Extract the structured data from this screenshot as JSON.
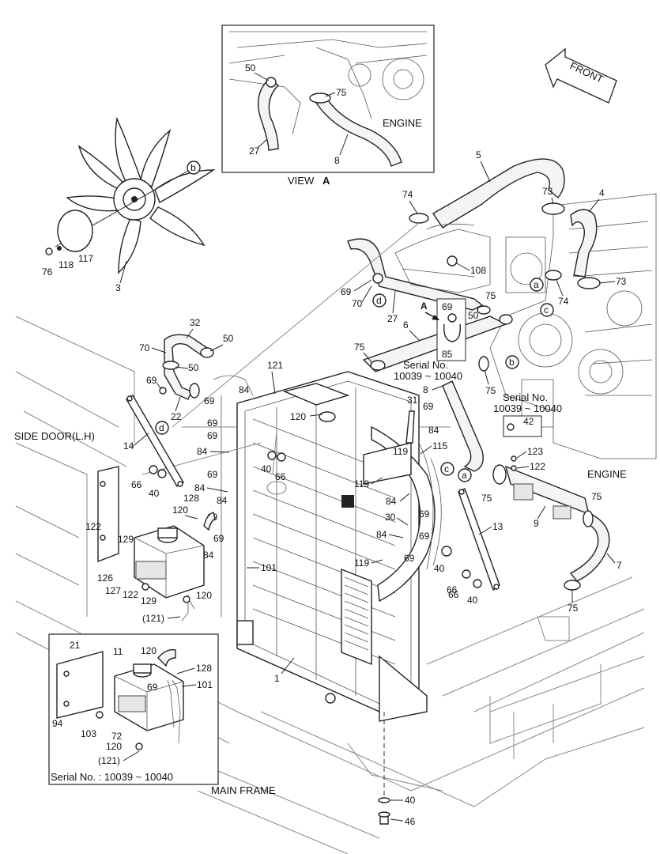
{
  "captions": {
    "view_a": "VIEW",
    "view_a_letter": "A",
    "engine_top": "ENGINE",
    "engine_right": "ENGINE",
    "front": "FRONT",
    "side_door": "SIDE DOOR(L.H)",
    "main_frame": "MAIN FRAME",
    "serial_1": "Serial No.",
    "serial_1_range": "10039 ~ 10040",
    "serial_2": "Serial No.",
    "serial_2_range": "10039 ~ 10040",
    "inset_serial": "Serial No. : 10039 ~ 10040",
    "arrow_a": "A"
  },
  "circle_labels": [
    "a",
    "b",
    "c",
    "d"
  ],
  "callouts": {
    "c50a": "50",
    "c75a": "75",
    "c27a": "27",
    "c8a": "8",
    "c5": "5",
    "c4": "4",
    "c73a": "73",
    "c73b": "73",
    "c74a": "74",
    "c74b": "74",
    "c108": "108",
    "c69a": "69",
    "c70a": "70",
    "c27b": "27",
    "c6": "6",
    "c75b": "75",
    "c50b": "50",
    "c69b": "69",
    "c85": "85",
    "c75c": "75",
    "c75d": "75",
    "c8b": "8",
    "c42": "42",
    "c32": "32",
    "c70b": "70",
    "c50c": "50",
    "c50d": "50",
    "c69c": "69",
    "c22": "22",
    "c121a": "121",
    "c84a": "84",
    "c69d": "69",
    "c120a": "120",
    "c31": "31",
    "c69e": "69",
    "c84b": "84",
    "c115": "115",
    "c119a": "119",
    "c119b": "119",
    "c123": "123",
    "c122a": "122",
    "c69f": "69",
    "c84c": "84",
    "c69g": "69",
    "c40a": "40",
    "c66a": "66",
    "c14": "14",
    "c66b": "66",
    "c40b": "40",
    "c84d": "84",
    "c69h": "69",
    "c128a": "128",
    "c120b": "120",
    "c84e": "84",
    "c69i": "69",
    "c84f": "84",
    "c30": "30",
    "c69j": "69",
    "c13": "13",
    "c9": "9",
    "c75e": "75",
    "c7": "7",
    "c122b": "122",
    "c129a": "129",
    "c126": "126",
    "c127": "127",
    "c122c": "122",
    "c129b": "129",
    "c84g": "84",
    "c69k": "69",
    "c101a": "101",
    "c119c": "119",
    "c69l": "69",
    "c40c": "40",
    "c66c": "66",
    "c66d": "66",
    "c40d": "40",
    "c120c": "120",
    "c121b": "(121)",
    "c75f": "75",
    "c21": "21",
    "c11": "11",
    "c120d": "120",
    "c128b": "128",
    "c69m": "69",
    "c101b": "101",
    "c94": "94",
    "c103": "103",
    "c72": "72",
    "c120e": "120",
    "c121c": "(121)",
    "c1": "1",
    "c40e": "40",
    "c46": "46",
    "c76": "76",
    "c118": "118",
    "c117": "117",
    "c3": "3"
  }
}
